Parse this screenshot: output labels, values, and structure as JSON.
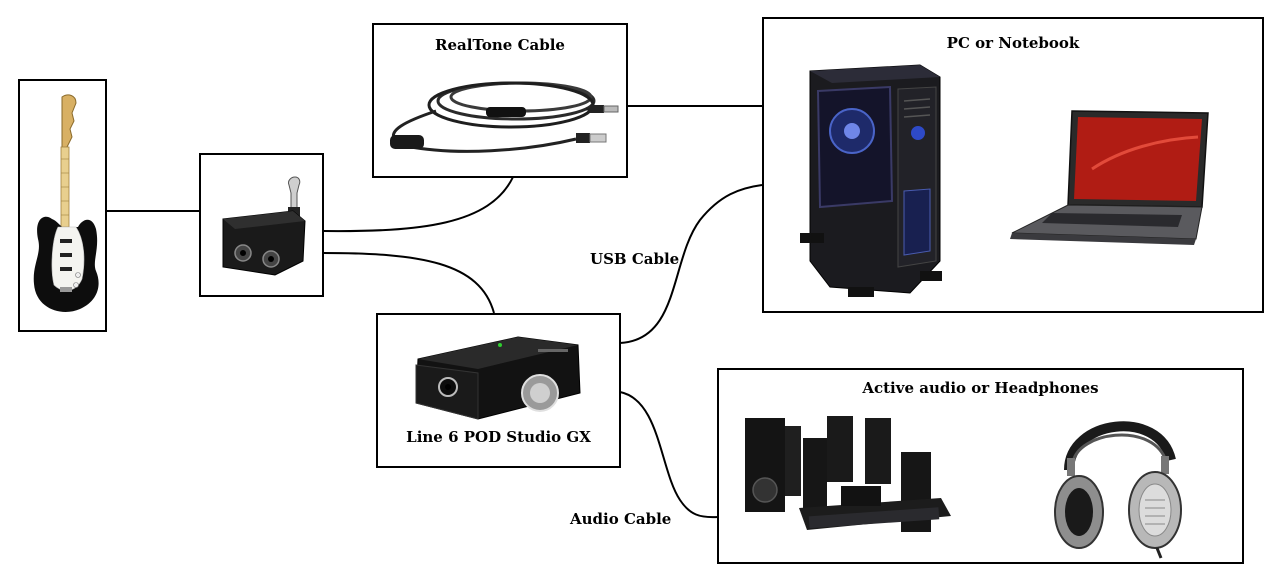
{
  "nodes": {
    "realtone_cable": {
      "title": "RealTone Cable"
    },
    "pc": {
      "title": "PC or Notebook"
    },
    "pod": {
      "title": "Line 6 POD Studio GX"
    },
    "audio": {
      "title": "Active audio or Headphones"
    }
  },
  "edge_labels": {
    "usb": "USB Cable",
    "audio": "Audio Cable"
  }
}
